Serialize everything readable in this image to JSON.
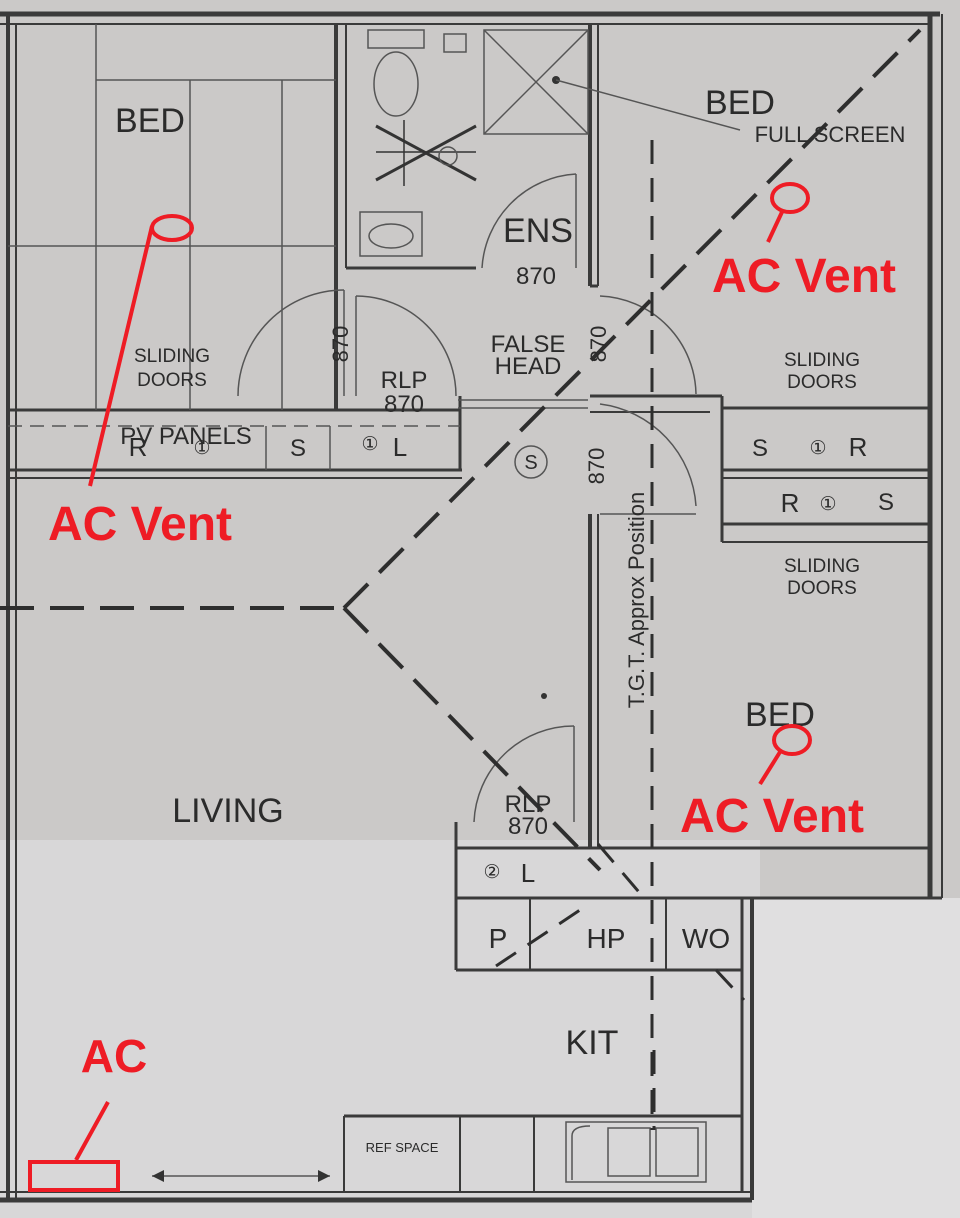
{
  "rooms": {
    "bed_top_left": "BED",
    "bed_top_right": "BED",
    "bed_bottom_right": "BED",
    "ensuite": "ENS",
    "living": "LIVING",
    "kitchen": "KIT"
  },
  "labels": {
    "full_screen": "FULL SCREEN",
    "sliding_doors_left": [
      "SLIDING",
      "DOORS"
    ],
    "sliding_doors_right_top": [
      "SLIDING",
      "DOORS"
    ],
    "sliding_doors_right_mid": [
      "SLIDING",
      "DOORS"
    ],
    "ens_door": "870",
    "false_head": [
      "FALSE",
      "HEAD"
    ],
    "false_head_door": "870",
    "rlp_top": [
      "RLP",
      "870"
    ],
    "rlp_door_side": "870",
    "hall_door": "870",
    "rlp_bottom": [
      "RLP",
      "870"
    ],
    "pv_panels": "PV PANELS",
    "tgt": "T.G.T. Approx Position",
    "ref_space": "REF SPACE",
    "robe_left": [
      "R",
      "①",
      "S"
    ],
    "linen_top": [
      "①",
      "L"
    ],
    "robe_right_top": [
      "S",
      "①",
      "R"
    ],
    "robe_right_mid": [
      "R",
      "①",
      "S"
    ],
    "linen_bottom": [
      "②",
      "L"
    ],
    "pantry": "P",
    "hp": "HP",
    "wo": "WO",
    "smoke": "S"
  },
  "annotations": {
    "ac_vent_top_right": "AC Vent",
    "ac_vent_left": "AC Vent",
    "ac_vent_bottom_right": "AC Vent",
    "ac": "AC"
  },
  "colors": {
    "annotation": "#ee1c25",
    "paper": "#cfcdcc",
    "ink": "#2b2b2b"
  }
}
